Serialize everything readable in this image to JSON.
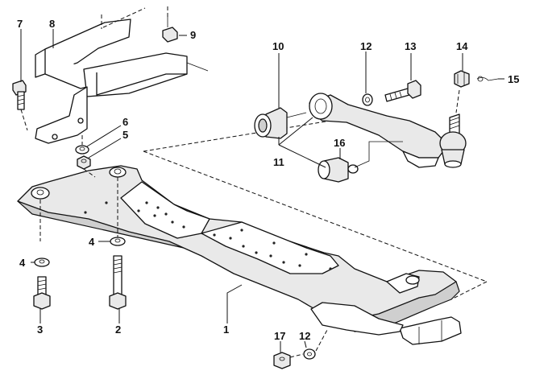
{
  "callouts": [
    {
      "id": "c1",
      "label": "1"
    },
    {
      "id": "c2",
      "label": "2"
    },
    {
      "id": "c3",
      "label": "3"
    },
    {
      "id": "c4a",
      "label": "4"
    },
    {
      "id": "c4b",
      "label": "4"
    },
    {
      "id": "c5",
      "label": "5"
    },
    {
      "id": "c6",
      "label": "6"
    },
    {
      "id": "c7",
      "label": "7"
    },
    {
      "id": "c8",
      "label": "8"
    },
    {
      "id": "c9",
      "label": "9"
    },
    {
      "id": "c10",
      "label": "10"
    },
    {
      "id": "c11",
      "label": "11"
    },
    {
      "id": "c12a",
      "label": "12"
    },
    {
      "id": "c12b",
      "label": "12"
    },
    {
      "id": "c13",
      "label": "13"
    },
    {
      "id": "c14",
      "label": "14"
    },
    {
      "id": "c15",
      "label": "15"
    },
    {
      "id": "c16",
      "label": "16"
    },
    {
      "id": "c17",
      "label": "17"
    }
  ]
}
